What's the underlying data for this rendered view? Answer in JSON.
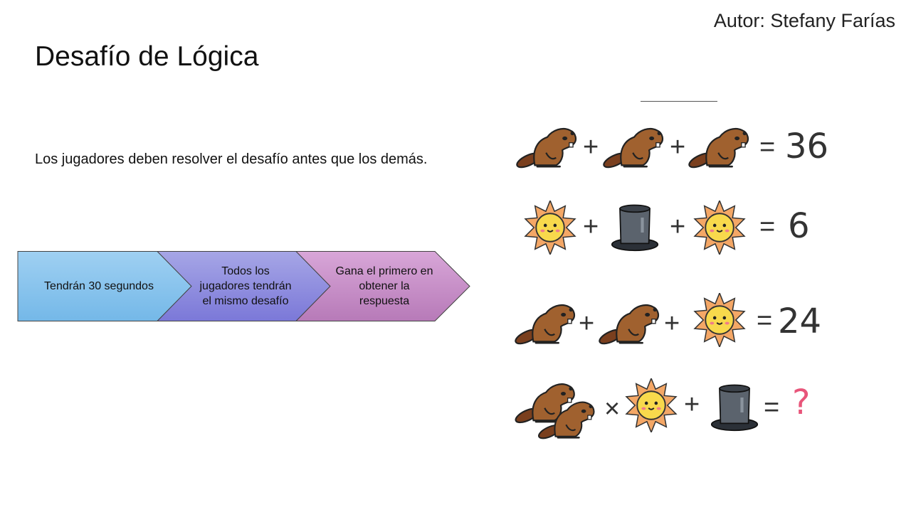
{
  "slide": {
    "author": "Autor: Stefany Farías",
    "title": "Desafío de Lógica",
    "description": "Los jugadores deben resolver el desafío antes que los demás."
  },
  "process_steps": [
    "Tendrán 30 segundos",
    "Todos los jugadores tendrán el mismo desafío",
    "Gana el primero en obtener la respuesta"
  ],
  "puzzle": {
    "rows": [
      {
        "items": [
          "beaver-icon",
          "beaver-icon",
          "beaver-icon"
        ],
        "operators": [
          "+",
          "+"
        ],
        "equals": "=",
        "result": "36"
      },
      {
        "items": [
          "sun-icon",
          "top-hat-icon",
          "sun-icon"
        ],
        "operators": [
          "+",
          "+"
        ],
        "equals": "=",
        "result": "6"
      },
      {
        "items": [
          "beaver-icon",
          "beaver-icon",
          "sun-icon"
        ],
        "operators": [
          "+",
          "+"
        ],
        "equals": "=",
        "result": "24"
      },
      {
        "items": [
          "two-beavers-icon",
          "sun-icon",
          "top-hat-icon"
        ],
        "operators": [
          "×",
          "+"
        ],
        "equals": "=",
        "result": "?"
      }
    ],
    "colors": {
      "beaver": "#9c5a2b",
      "sun": "#f7d04a",
      "sun_rays": "#f2a25f",
      "hat": "#3b4149",
      "question": "#e8557a"
    }
  }
}
